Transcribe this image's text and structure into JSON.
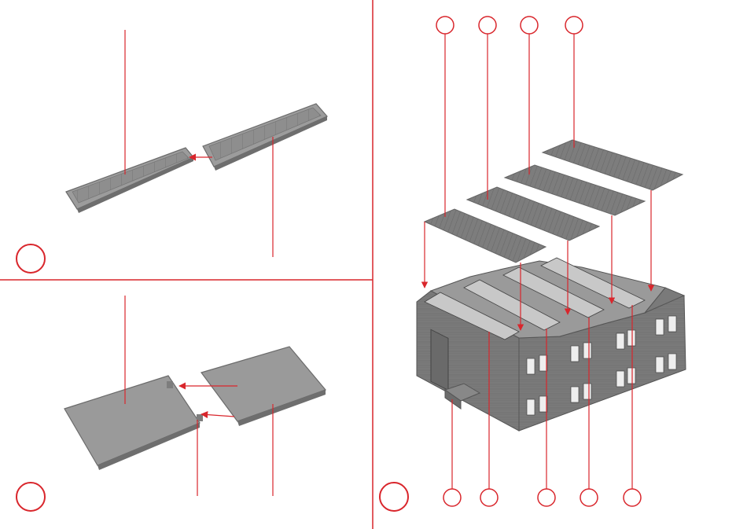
{
  "colors": {
    "accent": "#d9262c",
    "part_gray": "#8c8c8c",
    "part_dark": "#6f6f6f",
    "brick": "#7a7a7a"
  },
  "steps": [
    {
      "panel": "top-left",
      "step_label": "",
      "callouts": []
    },
    {
      "panel": "bottom-left",
      "step_label": "",
      "callouts": []
    },
    {
      "panel": "right",
      "step_label": "",
      "top_callouts": [
        "",
        "",
        "",
        ""
      ],
      "bottom_callouts": [
        "",
        "",
        "",
        "",
        ""
      ]
    }
  ]
}
